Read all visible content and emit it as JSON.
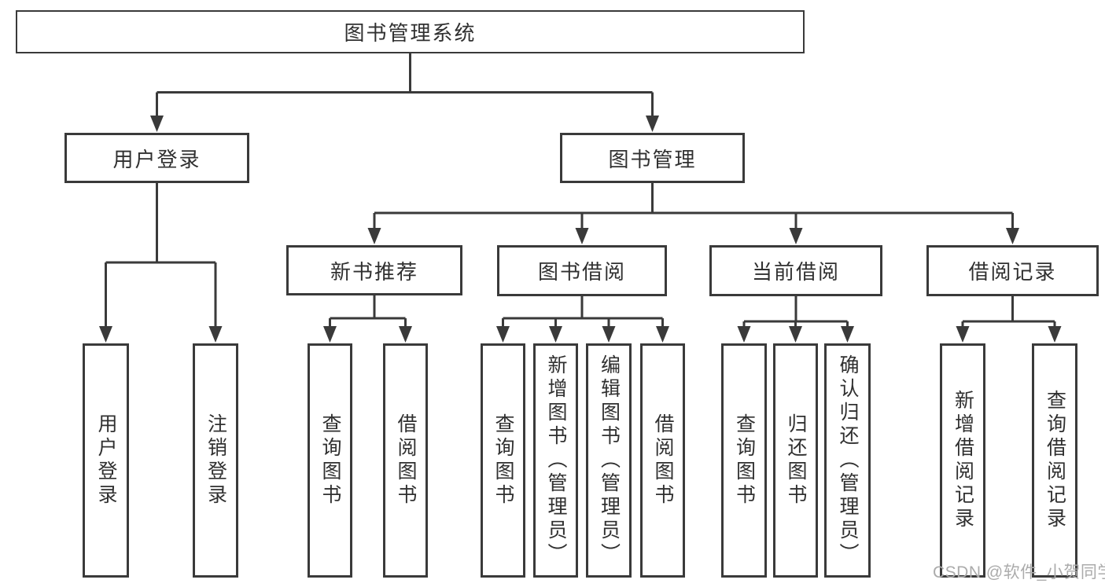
{
  "diagram": {
    "root_label": "图书管理系统",
    "login": {
      "label": "用户登录",
      "children": [
        "用户登录",
        "注销登录"
      ]
    },
    "management": {
      "label": "图书管理",
      "sections": [
        {
          "label": "新书推荐",
          "children": [
            "查询图书",
            "借阅图书"
          ]
        },
        {
          "label": "图书借阅",
          "children": [
            "查询图书",
            "新增图书（管理员）",
            "编辑图书（管理员）",
            "借阅图书"
          ]
        },
        {
          "label": "当前借阅",
          "children": [
            "查询图书",
            "归还图书",
            "确认归还（管理员）"
          ]
        },
        {
          "label": "借阅记录",
          "children": [
            "新增借阅记录",
            "查询借阅记录"
          ]
        }
      ]
    },
    "line_color": "#3a3a3a"
  },
  "watermark": "CSDN @软件_小贺同学"
}
